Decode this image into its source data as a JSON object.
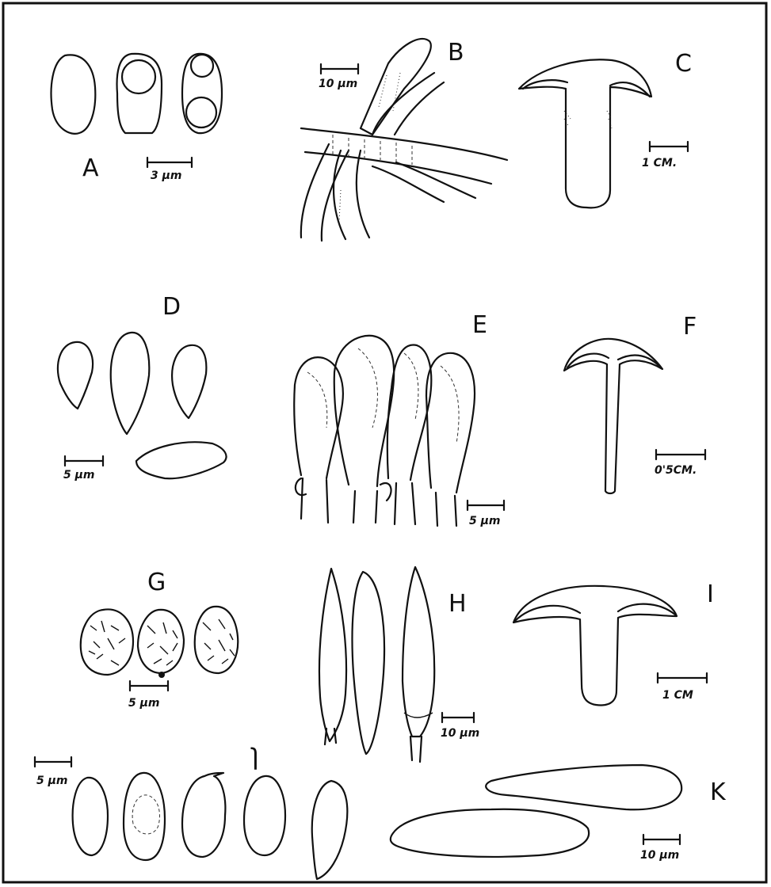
{
  "figure": {
    "panels": [
      {
        "label": "A",
        "scale": "3 μm"
      },
      {
        "label": "B",
        "scale": "10 μm"
      },
      {
        "label": "C",
        "scale": "1 CM."
      },
      {
        "label": "D",
        "scale": "5 μm"
      },
      {
        "label": "E",
        "scale": "5 μm"
      },
      {
        "label": "F",
        "scale": "0'5CM."
      },
      {
        "label": "G",
        "scale": "5 μm"
      },
      {
        "label": "H",
        "scale": "10 μm"
      },
      {
        "label": "I",
        "scale": "1 CM"
      },
      {
        "label": "J",
        "scale": "5 μm"
      },
      {
        "label": "K",
        "scale": "10 μm"
      }
    ]
  }
}
